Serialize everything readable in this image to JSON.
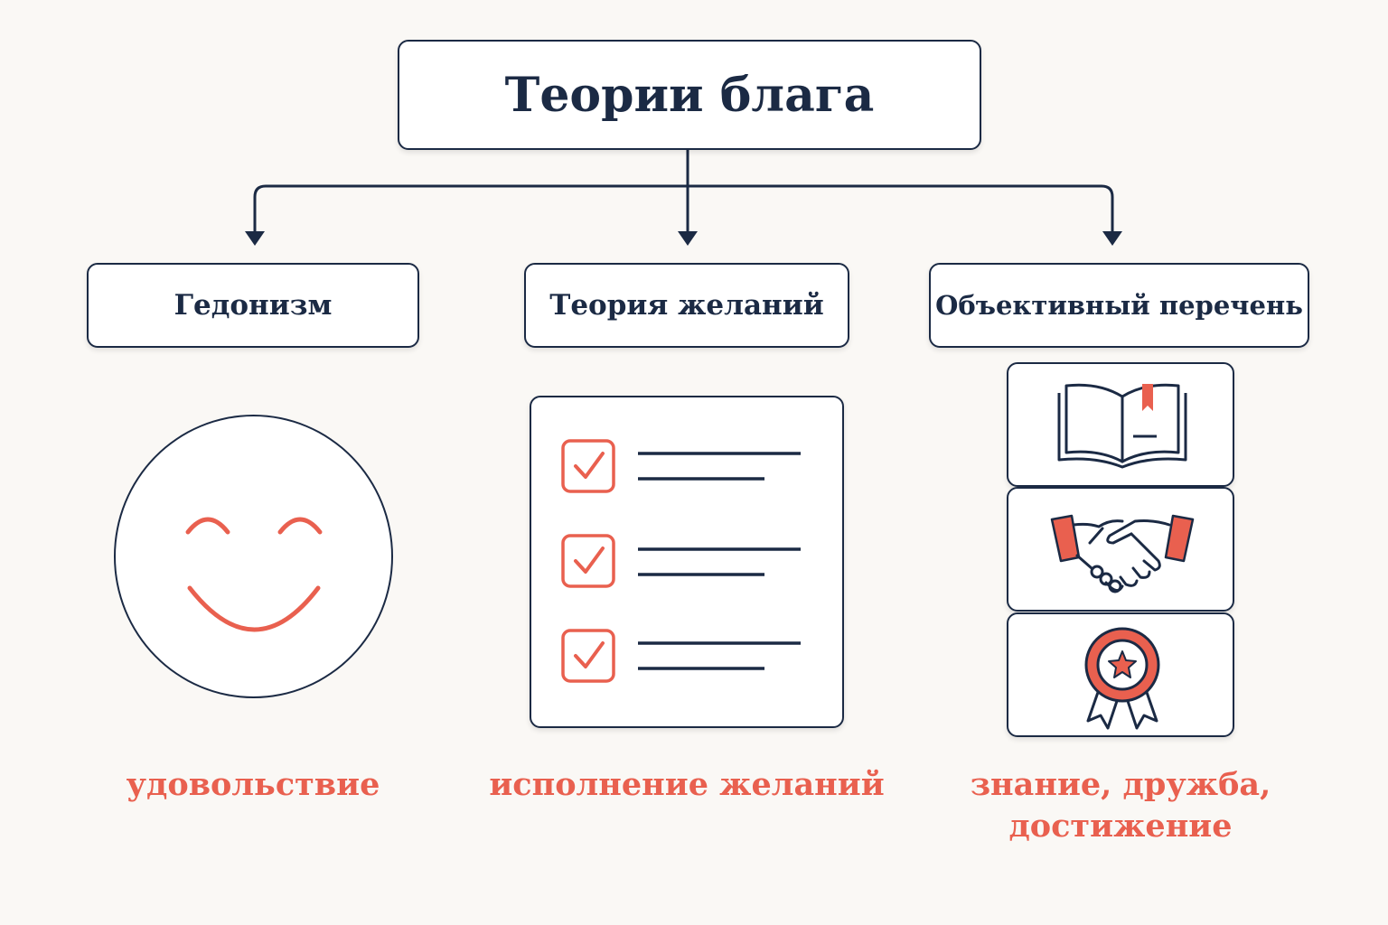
{
  "colors": {
    "ink": "#1b2a44",
    "accent": "#e9604f",
    "background": "#faf8f5"
  },
  "root": {
    "title": "Теории блага"
  },
  "categories": [
    {
      "label": "Гедонизм",
      "icon": "smiley-face-icon",
      "caption": {
        "line1": "удовольствие",
        "line2": ""
      }
    },
    {
      "label": "Теория желаний",
      "icon": "checklist-icon",
      "caption": {
        "line1": "исполнение желаний",
        "line2": ""
      }
    },
    {
      "label": "Объективный перечень",
      "icons": [
        "book-icon",
        "handshake-icon",
        "award-medal-icon"
      ],
      "caption": {
        "line1": "знание, дружба,",
        "line2": "достижение"
      }
    }
  ],
  "checklist": {
    "items": 3,
    "checked": 3
  }
}
